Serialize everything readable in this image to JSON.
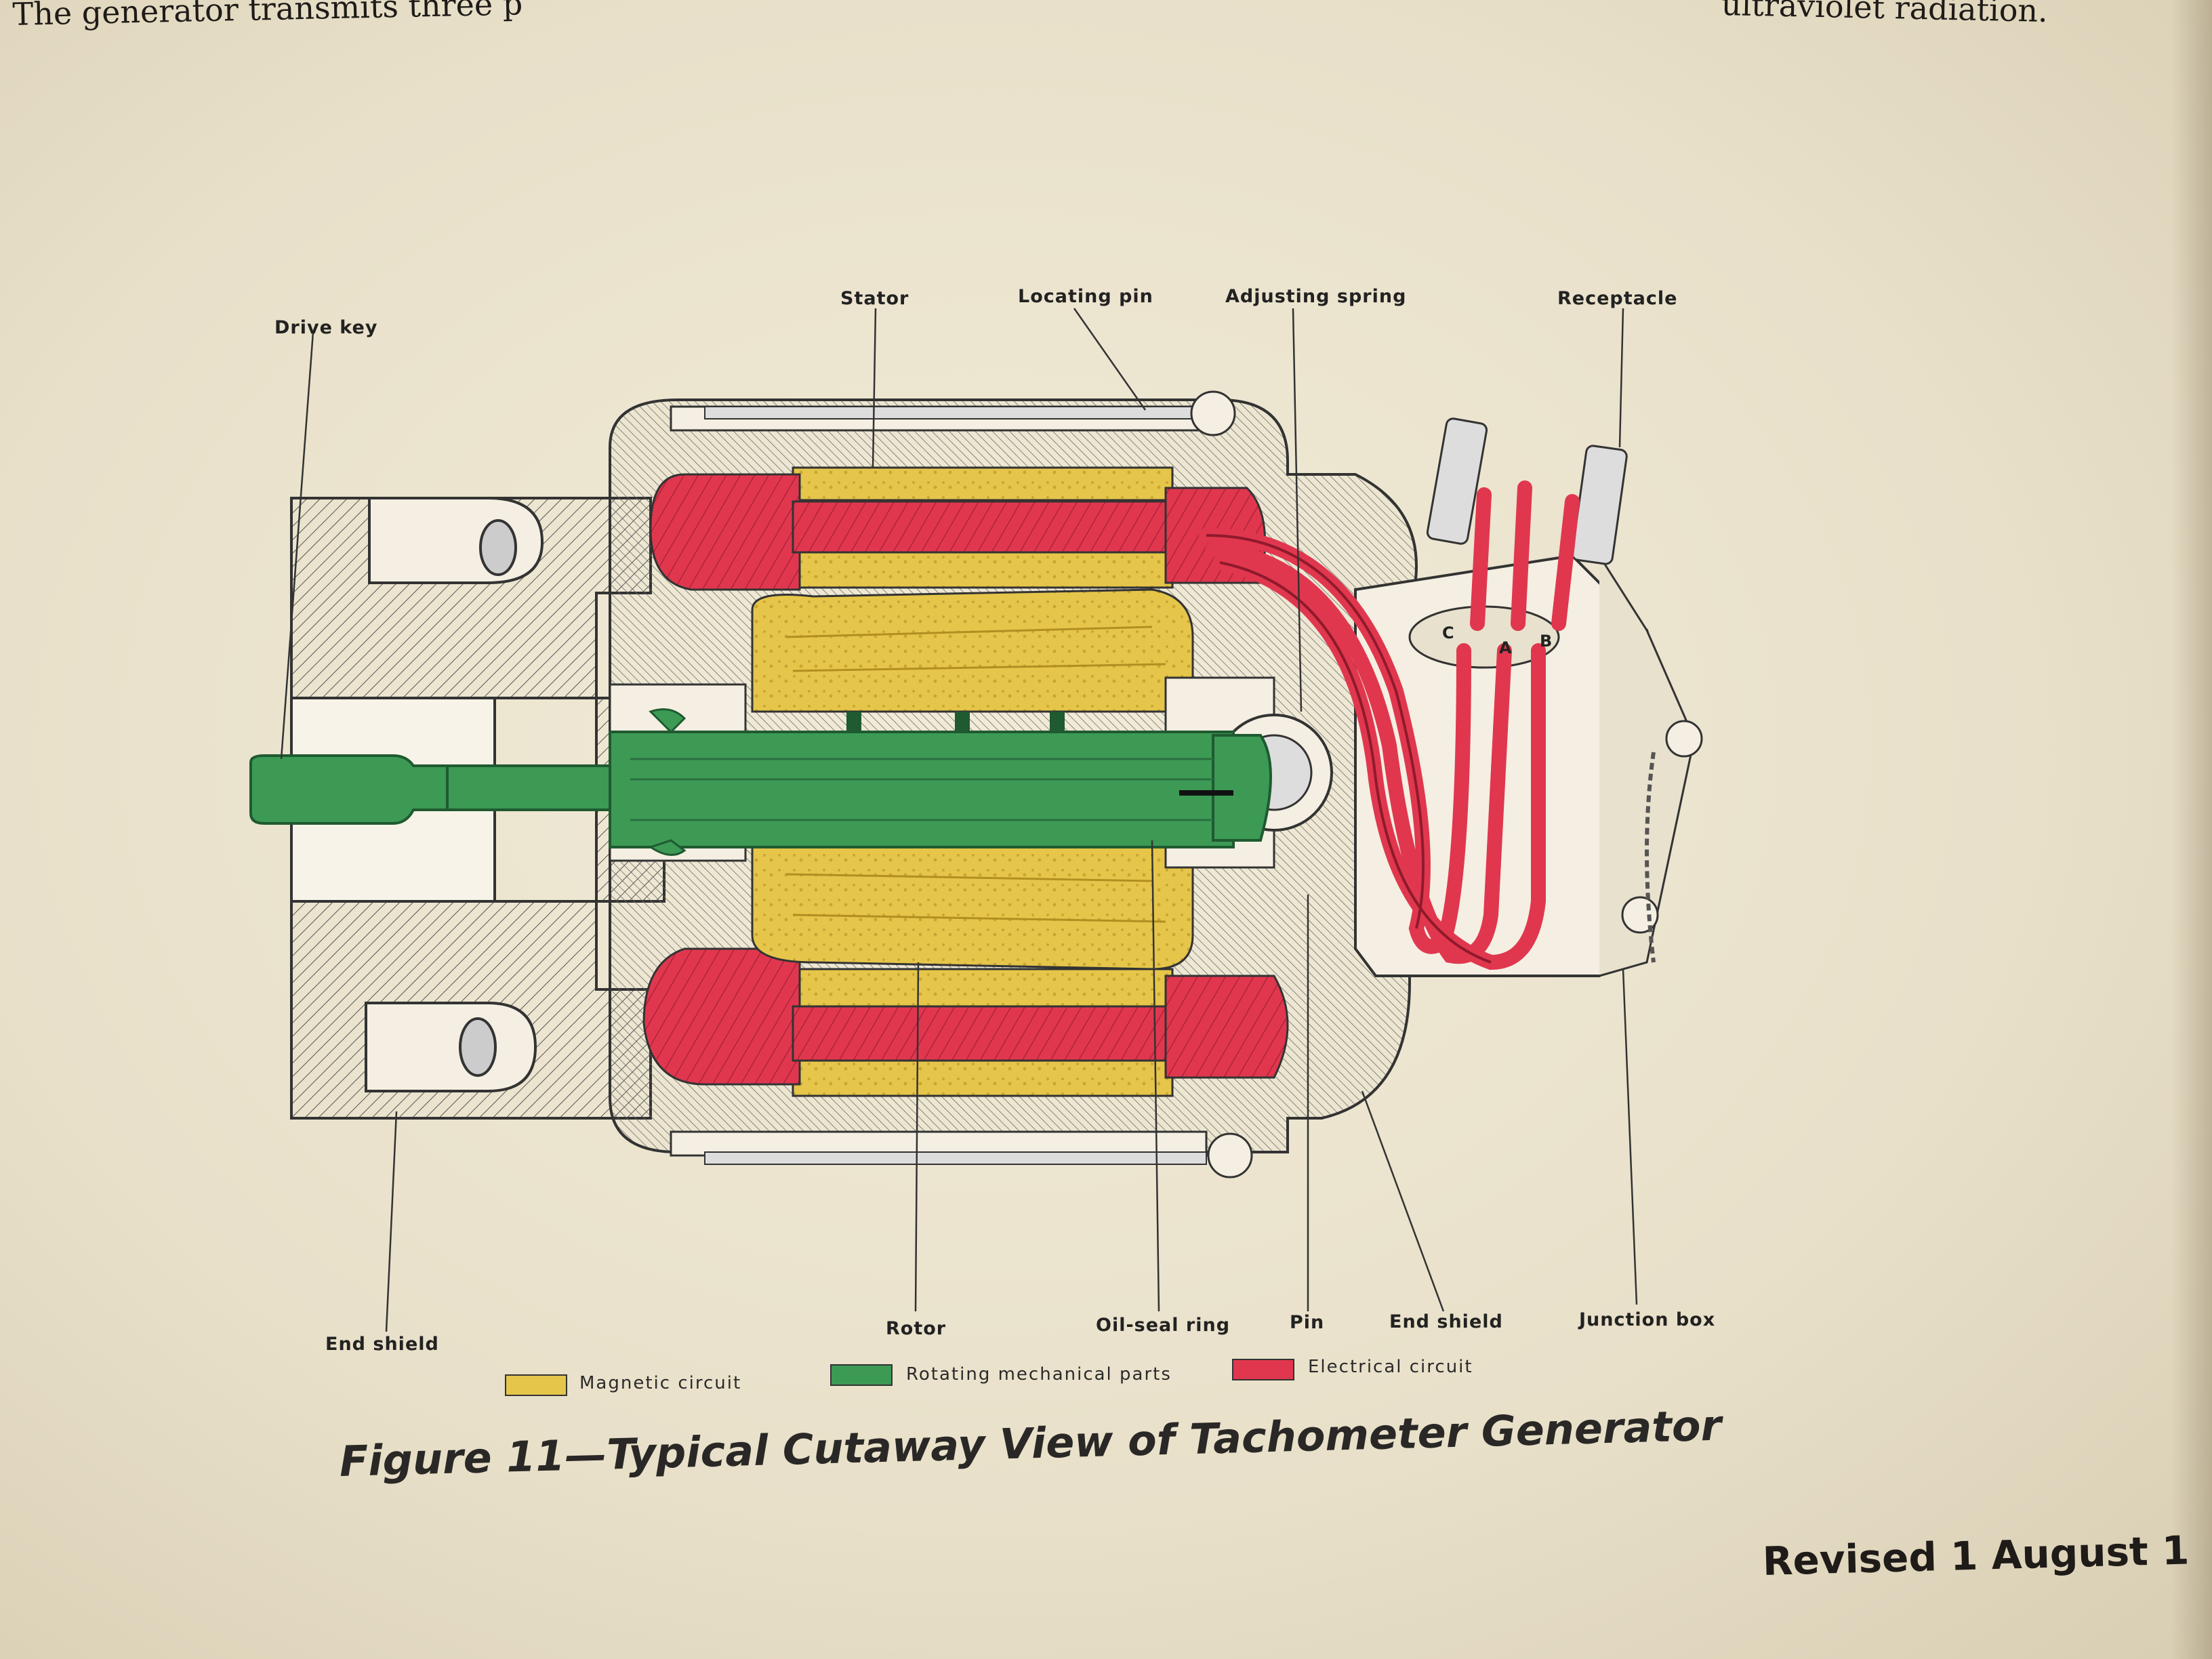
{
  "page": {
    "top_text_left": "The generator transmits three p",
    "top_text_right": "ultraviolet radiation.",
    "caption": "Figure 11—Typical Cutaway View of Tachometer Generator",
    "footer": "Revised 1 August 1"
  },
  "labels": {
    "drive_key": "Drive key",
    "stator": "Stator",
    "locating_pin": "Locating pin",
    "adjusting_spring": "Adjusting spring",
    "receptacle": "Receptacle",
    "end_shield_left": "End shield",
    "rotor": "Rotor",
    "oil_seal_ring": "Oil-seal ring",
    "pin": "Pin",
    "end_shield_right": "End shield",
    "junction_box": "Junction box",
    "terminal_a": "A",
    "terminal_b": "B",
    "terminal_c": "C"
  },
  "legend": [
    {
      "label": "Magnetic circuit",
      "color": "#e6c64a"
    },
    {
      "label": "Rotating mechanical parts",
      "color": "#3c9a55"
    },
    {
      "label": "Electrical circuit",
      "color": "#e0374f"
    }
  ],
  "colors": {
    "magnetic": "#e6c64a",
    "rotating": "#3c9a55",
    "electrical": "#e0374f",
    "housing": "#f4efe2",
    "ink": "#2a2a2a",
    "paper": "#ebe4cf"
  }
}
